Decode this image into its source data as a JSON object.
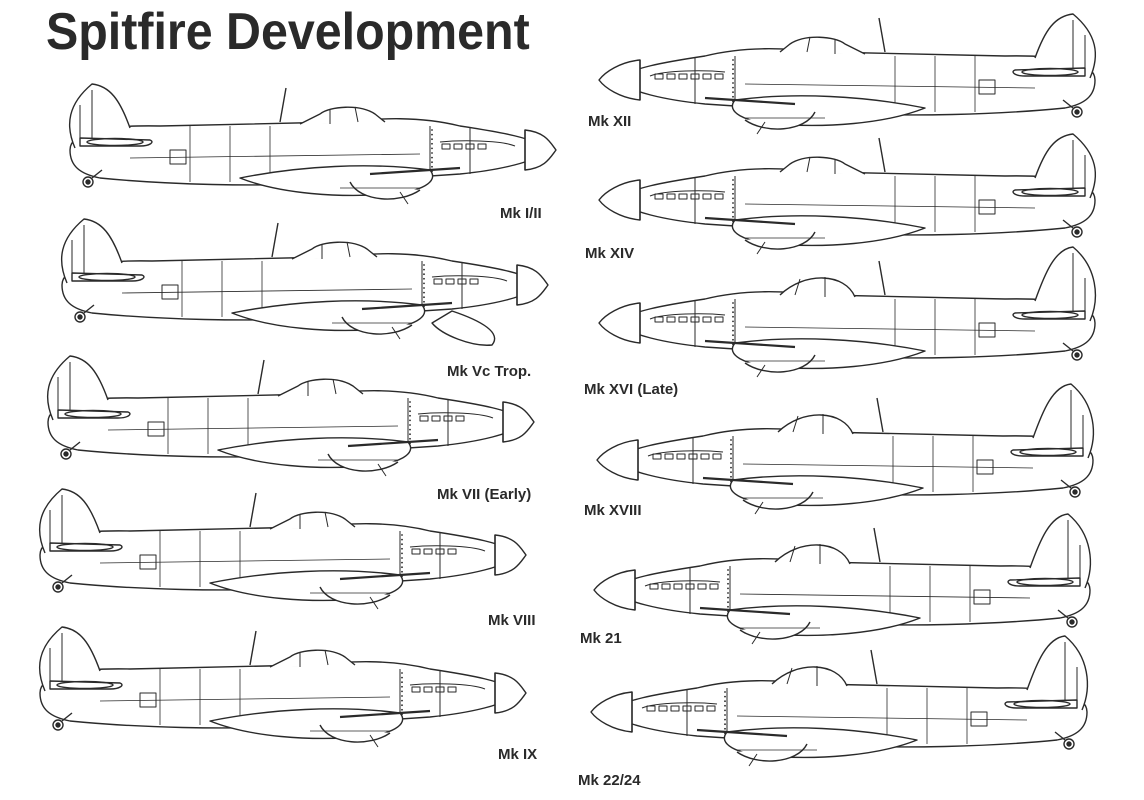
{
  "title": "Spitfire Development",
  "colors": {
    "ink": "#2a2a2a",
    "paper": "#ffffff"
  },
  "marks": [
    {
      "id": "mk-1-2",
      "label": "Mk I/II",
      "column": "left",
      "facing": "right",
      "variant": "early"
    },
    {
      "id": "mk-vc-trop",
      "label": "Mk Vc Trop.",
      "column": "left",
      "facing": "right",
      "variant": "trop"
    },
    {
      "id": "mk-vii-early",
      "label": "Mk VII (Early)",
      "column": "left",
      "facing": "right",
      "variant": "merlin"
    },
    {
      "id": "mk-viii",
      "label": "Mk VIII",
      "column": "left",
      "facing": "right",
      "variant": "merlin"
    },
    {
      "id": "mk-ix",
      "label": "Mk IX",
      "column": "left",
      "facing": "right",
      "variant": "merlin"
    },
    {
      "id": "mk-xii",
      "label": "Mk XII",
      "column": "right",
      "facing": "left",
      "variant": "griffon"
    },
    {
      "id": "mk-xiv",
      "label": "Mk XIV",
      "column": "right",
      "facing": "left",
      "variant": "griffon"
    },
    {
      "id": "mk-xvi-late",
      "label": "Mk XVI (Late)",
      "column": "right",
      "facing": "left",
      "variant": "bubble"
    },
    {
      "id": "mk-xviii",
      "label": "Mk XVIII",
      "column": "right",
      "facing": "left",
      "variant": "bubble"
    },
    {
      "id": "mk-21",
      "label": "Mk 21",
      "column": "right",
      "facing": "left",
      "variant": "late"
    },
    {
      "id": "mk-22-24",
      "label": "Mk 22/24",
      "column": "right",
      "facing": "left",
      "variant": "late"
    }
  ]
}
